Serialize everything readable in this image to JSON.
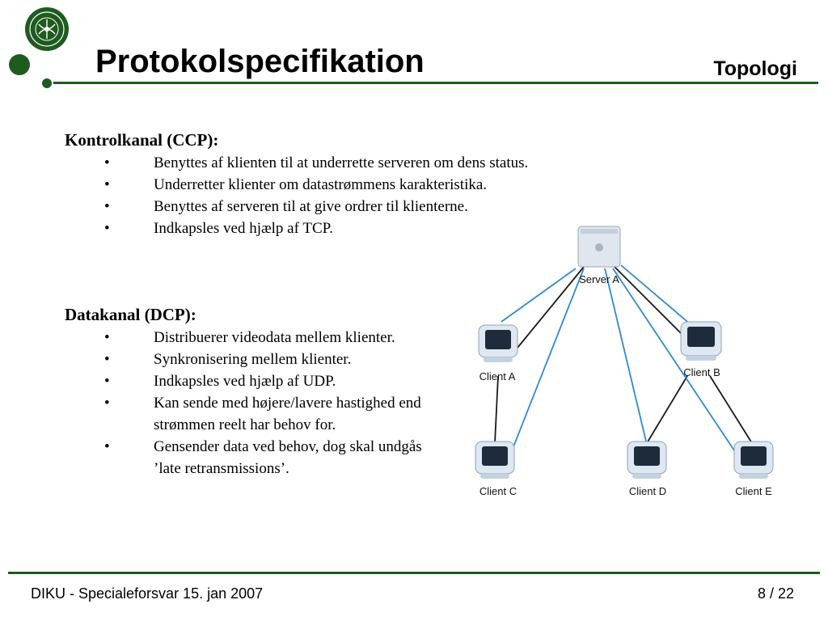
{
  "header": {
    "title": "Protokolspecifikation",
    "section": "Topologi"
  },
  "control_channel": {
    "heading": "Kontrolkanal (CCP):",
    "items": [
      "Benyttes af klienten til at underrette serveren om dens status.",
      "Underretter klienter om datastrømmens karakteristika.",
      "Benyttes af serveren til at give ordrer til klienterne.",
      "Indkapsles ved hjælp af TCP."
    ]
  },
  "data_channel": {
    "heading": "Datakanal (DCP):",
    "items": [
      "Distribuerer videodata mellem klienter.",
      "Synkronisering mellem klienter.",
      "Indkapsles ved hjælp af UDP.",
      "Kan sende med højere/lavere hastighed end strømmen reelt har behov for.",
      "Gensender data ved behov, dog skal undgås ’late retransmissions’."
    ]
  },
  "diagram": {
    "nodes": {
      "server": "Server A",
      "client_a": "Client A",
      "client_b": "Client B",
      "client_c": "Client C",
      "client_d": "Client D",
      "client_e": "Client E"
    },
    "colors": {
      "control_link": "#1a1a1a",
      "data_link": "#2a8ad8"
    }
  },
  "footer": {
    "left": "DIKU - Specialeforsvar 15. jan 2007",
    "right": "8 / 22"
  },
  "colors": {
    "accent": "#1f5a1f"
  }
}
